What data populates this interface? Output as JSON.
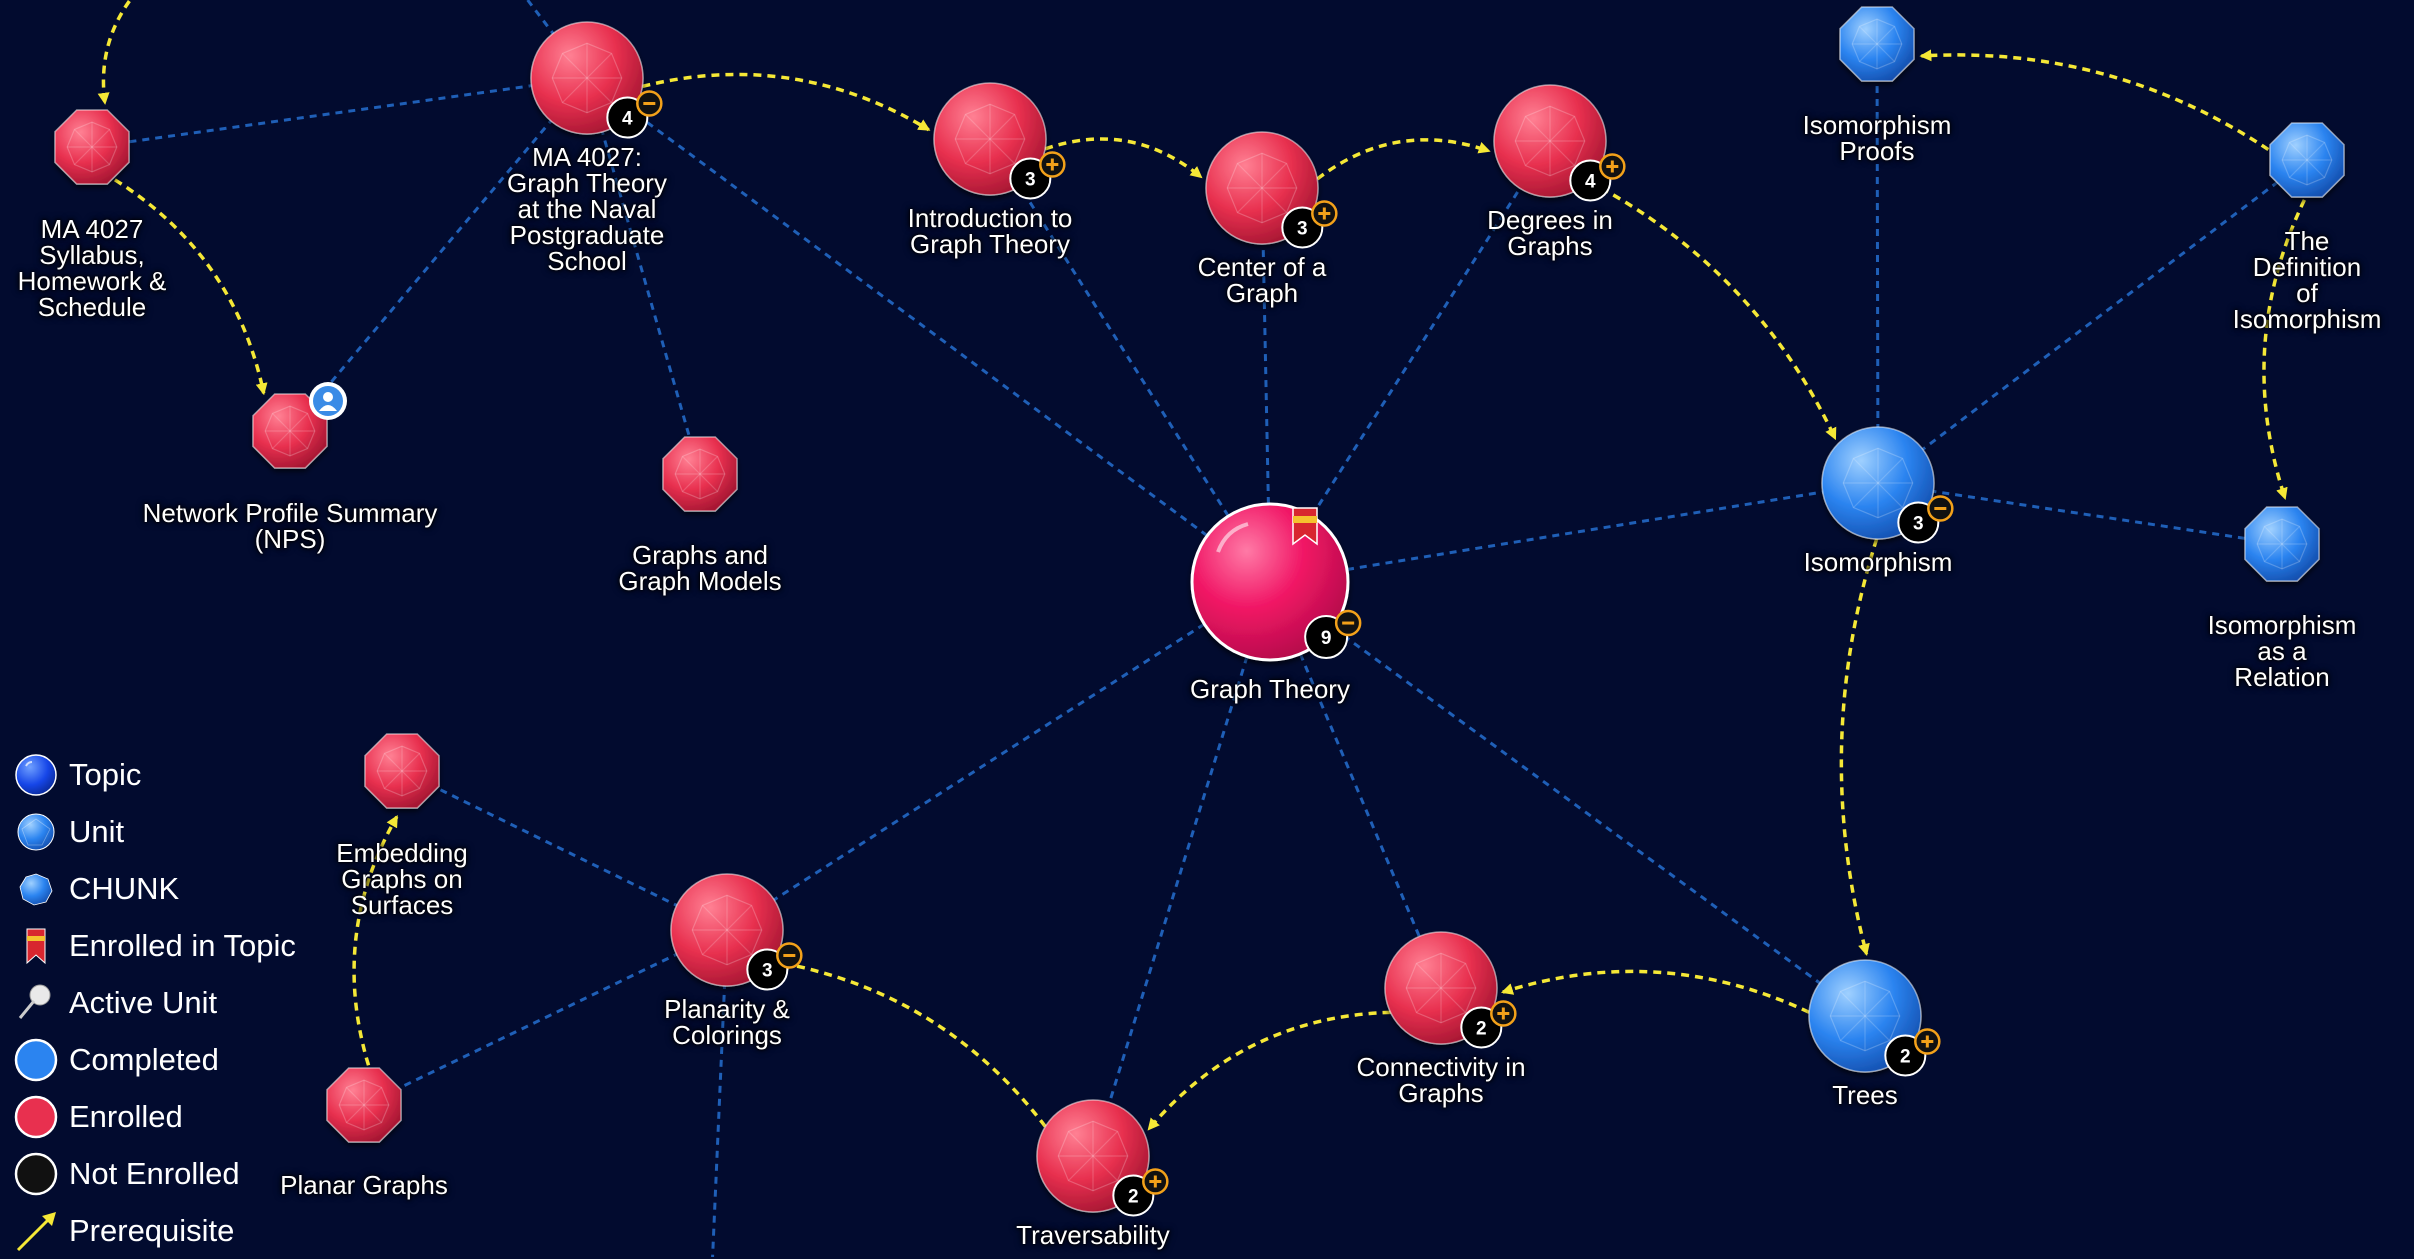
{
  "colors": {
    "background": "#020b2f",
    "edge": "#1f5fb7",
    "prerequisite": "#f5e836",
    "enrolled": "#e8304f",
    "completed": "#2b84f0",
    "badge": "#000000",
    "badge_toggle": "#f3a11a"
  },
  "nodes": [
    {
      "id": "syllabus",
      "label": "MA 4027\nSyllabus,\nHomework &\nSchedule",
      "kind": "chunk",
      "status": "enrolled"
    },
    {
      "id": "ma4027",
      "label": "MA 4027:\nGraph Theory\nat the Naval\nPostgraduate\nSchool",
      "kind": "unit",
      "status": "enrolled",
      "badge_count": "4",
      "toggle": "minus"
    },
    {
      "id": "npsprofile",
      "label": "Network Profile Summary\n(NPS)",
      "kind": "chunk",
      "status": "enrolled",
      "icon": "user-profile-icon"
    },
    {
      "id": "graphmodels",
      "label": "Graphs and\nGraph Models",
      "kind": "chunk",
      "status": "enrolled"
    },
    {
      "id": "intro",
      "label": "Introduction to\nGraph Theory",
      "kind": "unit",
      "status": "enrolled",
      "badge_count": "3",
      "toggle": "plus"
    },
    {
      "id": "center",
      "label": "Center of a\nGraph",
      "kind": "unit",
      "status": "enrolled",
      "badge_count": "3",
      "toggle": "plus"
    },
    {
      "id": "degrees",
      "label": "Degrees in\nGraphs",
      "kind": "unit",
      "status": "enrolled",
      "badge_count": "4",
      "toggle": "plus"
    },
    {
      "id": "isoproofs",
      "label": "Isomorphism\nProofs",
      "kind": "chunk",
      "status": "completed"
    },
    {
      "id": "isodef",
      "label": "The Definition\nof Isomorphism",
      "kind": "chunk",
      "status": "completed"
    },
    {
      "id": "isomorphism",
      "label": "Isomorphism",
      "kind": "unit",
      "status": "completed",
      "badge_count": "3",
      "toggle": "minus"
    },
    {
      "id": "isorelation",
      "label": "Isomorphism\nas a Relation",
      "kind": "chunk",
      "status": "completed"
    },
    {
      "id": "graphtheory",
      "label": "Graph Theory",
      "kind": "topic",
      "status": "enrolled",
      "badge_count": "9",
      "toggle": "minus",
      "icon": "enrolled-bookmark-icon"
    },
    {
      "id": "embedding",
      "label": "Embedding\nGraphs on\nSurfaces",
      "kind": "chunk",
      "status": "enrolled"
    },
    {
      "id": "planarity",
      "label": "Planarity &\nColorings",
      "kind": "unit",
      "status": "enrolled",
      "badge_count": "3",
      "toggle": "minus"
    },
    {
      "id": "planar",
      "label": "Planar Graphs",
      "kind": "chunk",
      "status": "enrolled"
    },
    {
      "id": "connectivity",
      "label": "Connectivity in\nGraphs",
      "kind": "unit",
      "status": "enrolled",
      "badge_count": "2",
      "toggle": "plus"
    },
    {
      "id": "trees",
      "label": "Trees",
      "kind": "unit",
      "status": "completed",
      "badge_count": "2",
      "toggle": "plus"
    },
    {
      "id": "traversability",
      "label": "Traversability",
      "kind": "unit",
      "status": "enrolled",
      "badge_count": "2",
      "toggle": "plus"
    }
  ],
  "edges": [
    {
      "from": "graphtheory",
      "to": "ma4027"
    },
    {
      "from": "graphtheory",
      "to": "intro"
    },
    {
      "from": "graphtheory",
      "to": "center"
    },
    {
      "from": "graphtheory",
      "to": "degrees"
    },
    {
      "from": "graphtheory",
      "to": "isomorphism"
    },
    {
      "from": "graphtheory",
      "to": "trees"
    },
    {
      "from": "graphtheory",
      "to": "connectivity"
    },
    {
      "from": "graphtheory",
      "to": "traversability"
    },
    {
      "from": "graphtheory",
      "to": "planarity"
    },
    {
      "from": "ma4027",
      "to": "syllabus"
    },
    {
      "from": "ma4027",
      "to": "npsprofile"
    },
    {
      "from": "ma4027",
      "to": "graphmodels"
    },
    {
      "from": "ma4027",
      "to": "offscreen_top"
    },
    {
      "from": "isomorphism",
      "to": "isoproofs"
    },
    {
      "from": "isomorphism",
      "to": "isodef"
    },
    {
      "from": "isomorphism",
      "to": "isorelation"
    },
    {
      "from": "planarity",
      "to": "embedding"
    },
    {
      "from": "planarity",
      "to": "planar"
    },
    {
      "from": "planarity",
      "to": "offscreen_bottom"
    }
  ],
  "prerequisites": [
    {
      "from": "offscreen_syllabus",
      "to": "syllabus"
    },
    {
      "from": "syllabus",
      "to": "npsprofile"
    },
    {
      "from": "ma4027",
      "to": "intro"
    },
    {
      "from": "intro",
      "to": "center"
    },
    {
      "from": "center",
      "to": "degrees"
    },
    {
      "from": "degrees",
      "to": "isomorphism"
    },
    {
      "from": "isodef",
      "to": "isoproofs"
    },
    {
      "from": "isodef",
      "to": "isorelation"
    },
    {
      "from": "isomorphism",
      "to": "trees"
    },
    {
      "from": "trees",
      "to": "connectivity"
    },
    {
      "from": "connectivity",
      "to": "traversability"
    },
    {
      "from": "traversability",
      "to": "planarity"
    },
    {
      "from": "planar",
      "to": "embedding"
    }
  ],
  "legend": [
    {
      "label": "Topic",
      "icon": "topic-icon"
    },
    {
      "label": "Unit",
      "icon": "unit-icon"
    },
    {
      "label": "CHUNK",
      "icon": "chunk-icon"
    },
    {
      "label": "Enrolled in Topic",
      "icon": "bookmark-icon"
    },
    {
      "label": "Active Unit",
      "icon": "pushpin-icon"
    },
    {
      "label": "Completed",
      "icon": "completed-circle-icon"
    },
    {
      "label": "Enrolled",
      "icon": "enrolled-circle-icon"
    },
    {
      "label": "Not Enrolled",
      "icon": "not-enrolled-circle-icon"
    },
    {
      "label": "Prerequisite",
      "icon": "prerequisite-arrow-icon"
    }
  ]
}
